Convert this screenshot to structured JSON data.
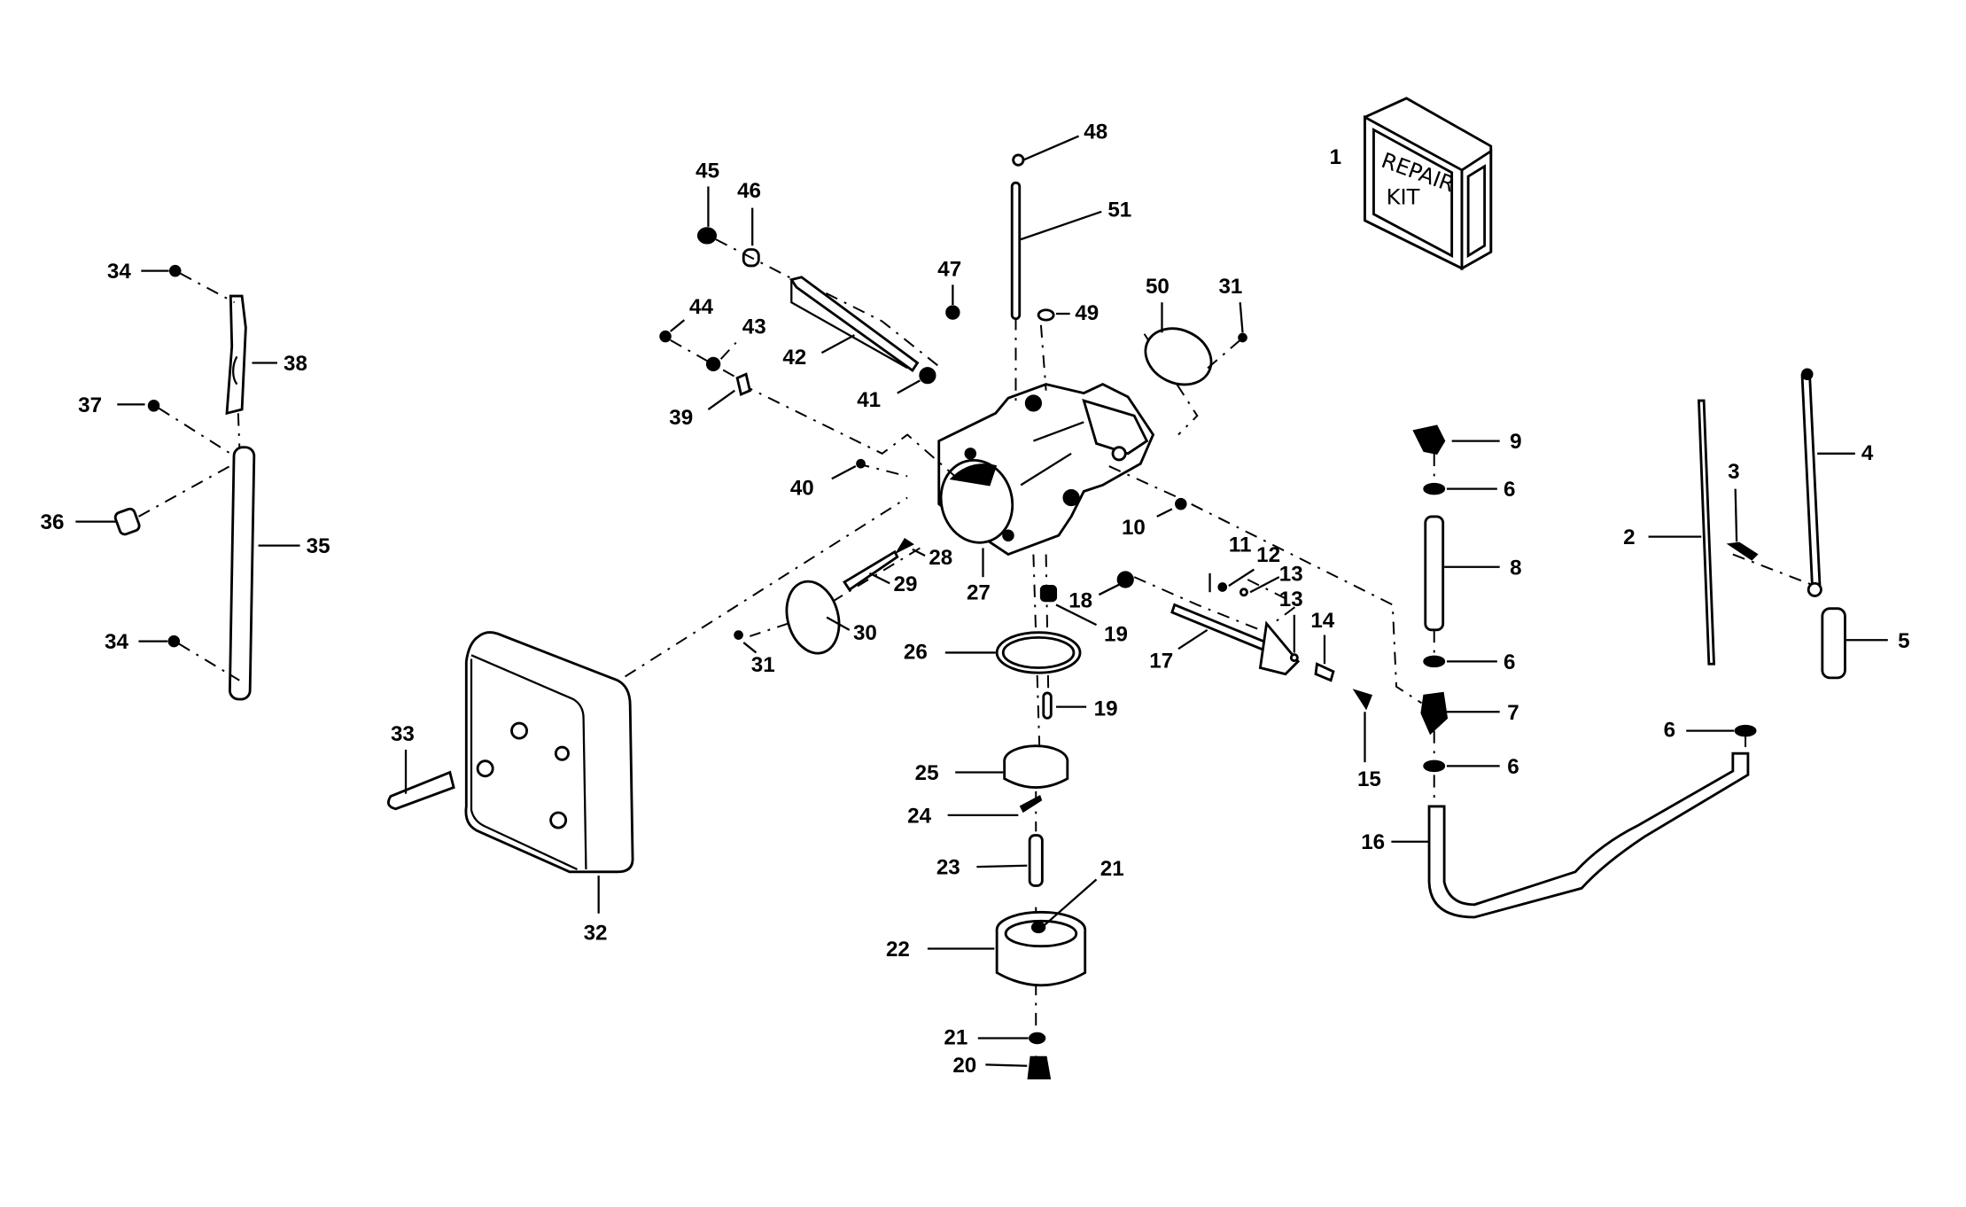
{
  "diagram": {
    "title": "Carburetor exploded parts diagram",
    "repair_kit_text": [
      "REPAIR",
      "KIT"
    ],
    "callouts": [
      {
        "id": "c1",
        "label": "1",
        "part": "repair-kit"
      },
      {
        "id": "c2",
        "label": "2",
        "part": "choke-rod"
      },
      {
        "id": "c3",
        "label": "3",
        "part": "pin"
      },
      {
        "id": "c4",
        "label": "4",
        "part": "link-rod"
      },
      {
        "id": "c5",
        "label": "5",
        "part": "sleeve"
      },
      {
        "id": "c6a",
        "label": "6",
        "part": "hose-clamp"
      },
      {
        "id": "c6b",
        "label": "6",
        "part": "hose-clamp"
      },
      {
        "id": "c6c",
        "label": "6",
        "part": "hose-clamp"
      },
      {
        "id": "c6d",
        "label": "6",
        "part": "hose-clamp"
      },
      {
        "id": "c7",
        "label": "7",
        "part": "tee-fitting"
      },
      {
        "id": "c8",
        "label": "8",
        "part": "fuel-hose"
      },
      {
        "id": "c9",
        "label": "9",
        "part": "elbow-fitting"
      },
      {
        "id": "c10",
        "label": "10",
        "part": "plug"
      },
      {
        "id": "c11",
        "label": "11",
        "part": "screw"
      },
      {
        "id": "c12",
        "label": "12",
        "part": "washer"
      },
      {
        "id": "c13a",
        "label": "13",
        "part": "ball"
      },
      {
        "id": "c13b",
        "label": "13",
        "part": "ball"
      },
      {
        "id": "c14",
        "label": "14",
        "part": "spring"
      },
      {
        "id": "c15",
        "label": "15",
        "part": "cap"
      },
      {
        "id": "c16",
        "label": "16",
        "part": "hose"
      },
      {
        "id": "c17",
        "label": "17",
        "part": "throttle-shaft"
      },
      {
        "id": "c18",
        "label": "18",
        "part": "idle-screw"
      },
      {
        "id": "c19a",
        "label": "19",
        "part": "inlet-needle-seat"
      },
      {
        "id": "c19b",
        "label": "19",
        "part": "inlet-needle"
      },
      {
        "id": "c20",
        "label": "20",
        "part": "bowl-nut"
      },
      {
        "id": "c21a",
        "label": "21",
        "part": "gasket"
      },
      {
        "id": "c21b",
        "label": "21",
        "part": "gasket"
      },
      {
        "id": "c22",
        "label": "22",
        "part": "float-bowl"
      },
      {
        "id": "c23",
        "label": "23",
        "part": "main-jet"
      },
      {
        "id": "c24",
        "label": "24",
        "part": "float-pin"
      },
      {
        "id": "c25",
        "label": "25",
        "part": "float"
      },
      {
        "id": "c26",
        "label": "26",
        "part": "bowl-gasket"
      },
      {
        "id": "c27",
        "label": "27",
        "part": "carburetor-body"
      },
      {
        "id": "c28",
        "label": "28",
        "part": "spring"
      },
      {
        "id": "c29",
        "label": "29",
        "part": "mixture-screw"
      },
      {
        "id": "c30",
        "label": "30",
        "part": "throttle-plate"
      },
      {
        "id": "c31a",
        "label": "31",
        "part": "screw"
      },
      {
        "id": "c31b",
        "label": "31",
        "part": "screw"
      },
      {
        "id": "c32",
        "label": "32",
        "part": "air-filter-cover"
      },
      {
        "id": "c33",
        "label": "33",
        "part": "cover-screw"
      },
      {
        "id": "c34a",
        "label": "34",
        "part": "clip"
      },
      {
        "id": "c34b",
        "label": "34",
        "part": "clip"
      },
      {
        "id": "c35",
        "label": "35",
        "part": "link-bar"
      },
      {
        "id": "c36",
        "label": "36",
        "part": "bushing"
      },
      {
        "id": "c37",
        "label": "37",
        "part": "clip"
      },
      {
        "id": "c38",
        "label": "38",
        "part": "lever"
      },
      {
        "id": "c39",
        "label": "39",
        "part": "lever"
      },
      {
        "id": "c40",
        "label": "40",
        "part": "screw"
      },
      {
        "id": "c41",
        "label": "41",
        "part": "spring"
      },
      {
        "id": "c42",
        "label": "42",
        "part": "choke-shaft"
      },
      {
        "id": "c43",
        "label": "43",
        "part": "washer"
      },
      {
        "id": "c44",
        "label": "44",
        "part": "screw"
      },
      {
        "id": "c45",
        "label": "45",
        "part": "knob"
      },
      {
        "id": "c46",
        "label": "46",
        "part": "bushing"
      },
      {
        "id": "c47",
        "label": "47",
        "part": "screw"
      },
      {
        "id": "c48",
        "label": "48",
        "part": "plug"
      },
      {
        "id": "c49",
        "label": "49",
        "part": "o-ring"
      },
      {
        "id": "c50",
        "label": "50",
        "part": "choke-plate"
      },
      {
        "id": "c51",
        "label": "51",
        "part": "stud"
      }
    ]
  }
}
